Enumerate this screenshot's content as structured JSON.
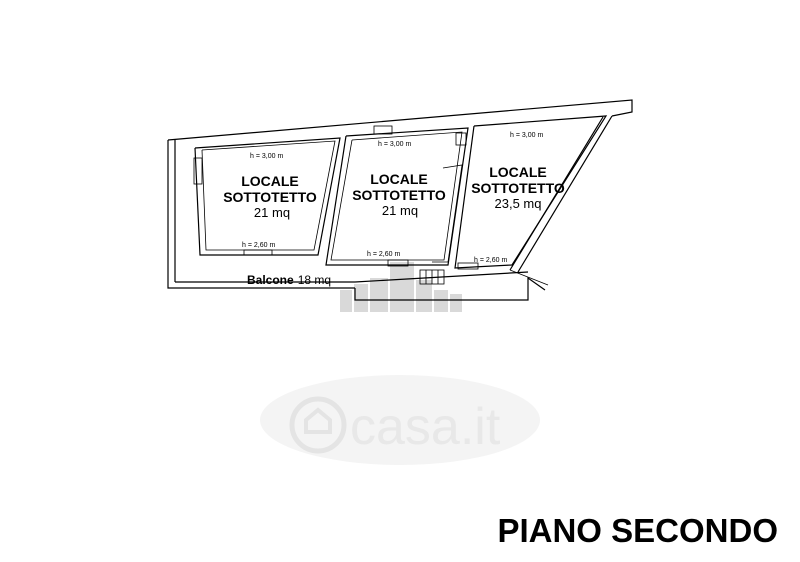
{
  "rooms": [
    {
      "title_line1": "LOCALE",
      "title_line2": "SOTTOTETTO",
      "area": "21 mq",
      "height_top": "h = 3,00 m",
      "height_bottom": "h = 2,60 m"
    },
    {
      "title_line1": "LOCALE",
      "title_line2": "SOTTOTETTO",
      "area": "21 mq",
      "height_top": "h = 3,00 m",
      "height_bottom": "h = 2,60 m"
    },
    {
      "title_line1": "LOCALE",
      "title_line2": "SOTTOTETTO",
      "area": "23,5 mq",
      "height_top": "h = 3,00 m",
      "height_bottom": "h = 2,60 m"
    }
  ],
  "balcony": {
    "label_bold": "Balcone",
    "label_area": "18 mq"
  },
  "floor_title": "PIANO SECONDO",
  "watermark": {
    "text": "casa.it",
    "icon": "house-logo-icon",
    "color": "#e6e6e6"
  }
}
